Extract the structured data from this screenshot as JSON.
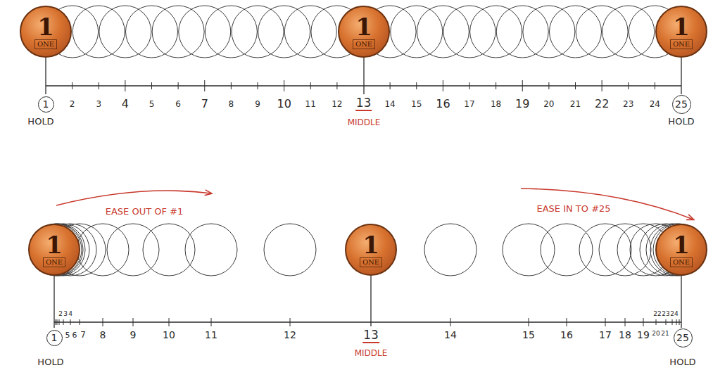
{
  "diagram": {
    "nodes": [
      {
        "text": [
          "1",
          "ONE"
        ]
      },
      {
        "text": [
          "1",
          "ONE"
        ]
      },
      {
        "text": [
          "1",
          "ONE"
        ]
      },
      {
        "text": [
          "1"
        ]
      },
      {
        "text": [
          "25"
        ]
      },
      {
        "text": [
          "1",
          "ONE"
        ]
      },
      {
        "text": [
          "1",
          "ONE"
        ]
      },
      {
        "text": [
          "1",
          "ONE"
        ]
      },
      {
        "text": [
          "1"
        ]
      },
      {
        "text": [
          "25"
        ]
      }
    ],
    "labels": [
      "2",
      "3",
      "4",
      "5",
      "6",
      "7",
      "8",
      "9",
      "10",
      "11",
      "12",
      "13",
      "14",
      "15",
      "16",
      "17",
      "18",
      "19",
      "20",
      "21",
      "22",
      "23",
      "24",
      "HOLD",
      "MIDDLE",
      "HOLD",
      "EASE OUT OF #1",
      "EASE IN TO #25",
      "2",
      "3",
      "4",
      "5",
      "6",
      "7",
      "8",
      "9",
      "10",
      "11",
      "12",
      "13",
      "14",
      "15",
      "16",
      "17",
      "18",
      "19",
      "20",
      "21",
      "22",
      "23",
      "24",
      "HOLD",
      "MIDDLE",
      "HOLD"
    ]
  }
}
